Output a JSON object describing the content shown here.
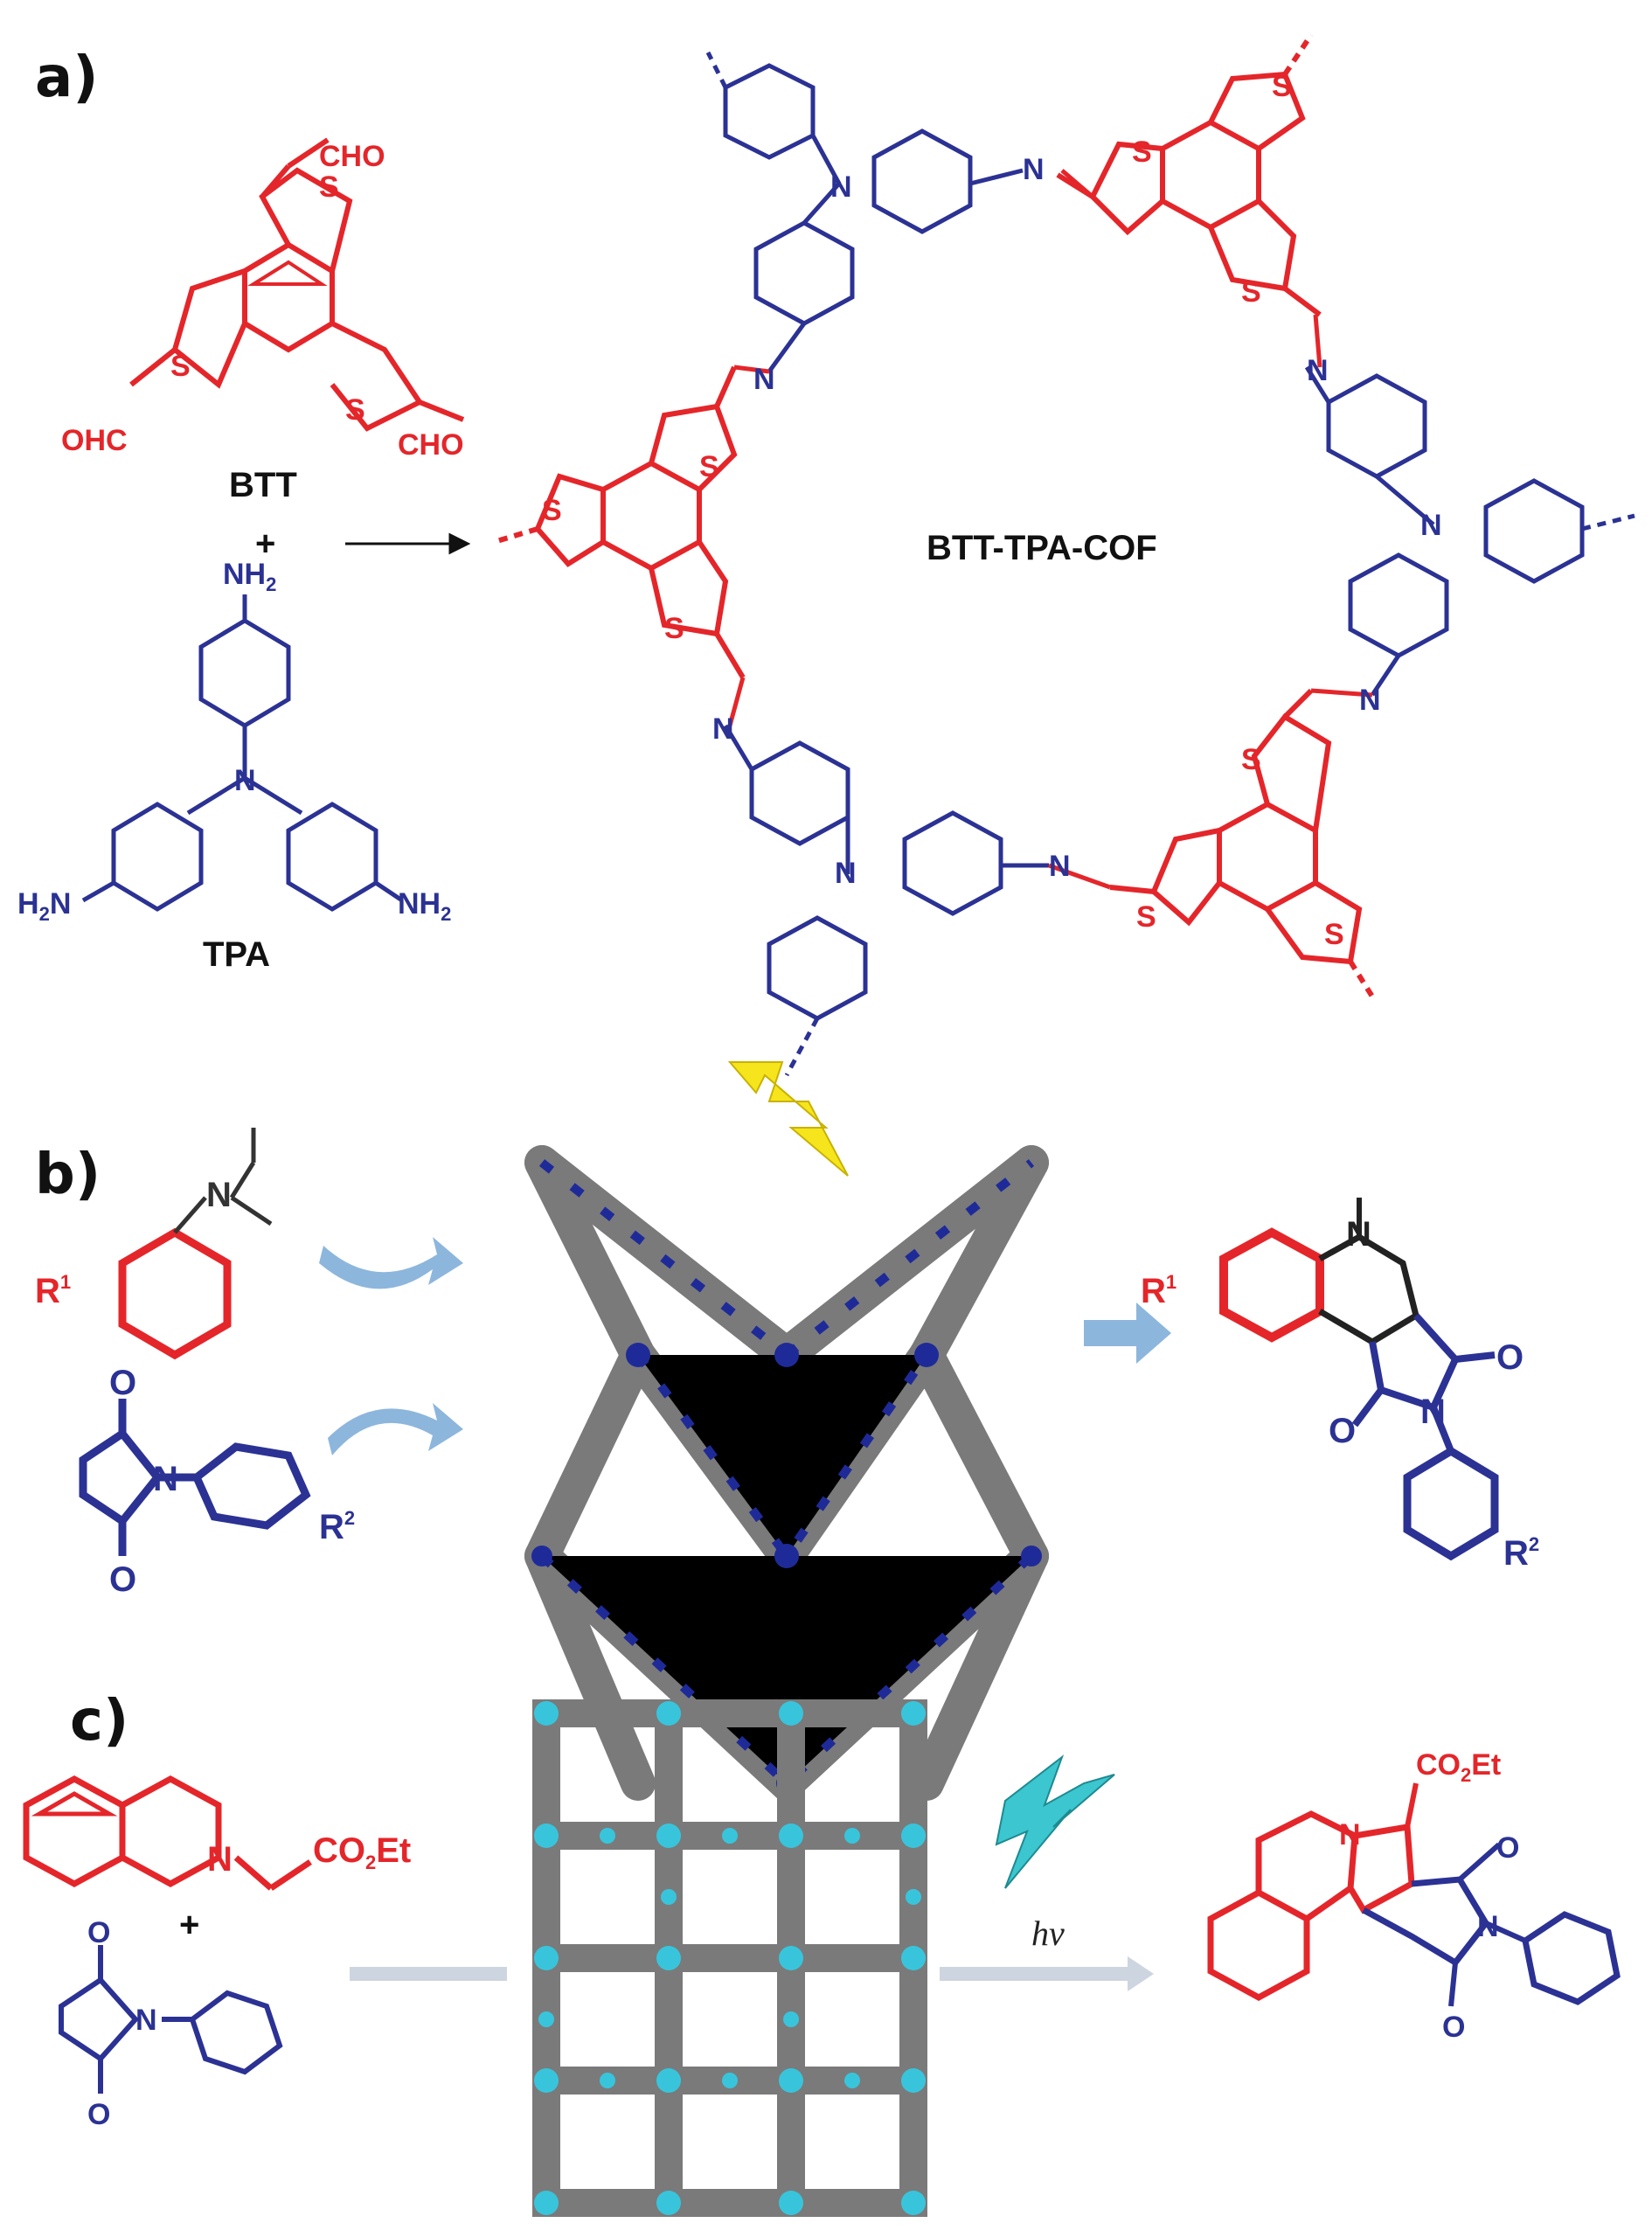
{
  "panels": {
    "a": "a)",
    "b": "b)",
    "c": "c)"
  },
  "colors": {
    "red": "#e4262a",
    "blue": "#2b3294",
    "arrow_light": "#8db6dd",
    "arrow_grey": "#cdd5e0",
    "bolt_yellow": "#f6e51d",
    "bolt_teal": "#3cc6cf",
    "frame_grey": "#7a7a7a",
    "frame_blue": "#1f2a99",
    "frame_cyan": "#38c5dc"
  },
  "panel_a": {
    "btt_name": "BTT",
    "plus": "+",
    "tpa_name": "TPA",
    "cof_name": "BTT-TPA-COF",
    "cho": "CHO",
    "ohc": "OHC",
    "nh2": "NH",
    "h2n": "H",
    "n_sub": "2",
    "s": "S",
    "n": "N"
  },
  "panel_b": {
    "r1": "R",
    "r1_sup": "1",
    "r2": "R",
    "r2_sup": "2",
    "n": "N",
    "o": "O"
  },
  "panel_c": {
    "n": "N",
    "o": "O",
    "ester": "CO",
    "ester_sub": "2",
    "ester_tail": "Et",
    "plus": "+",
    "light": "hν"
  }
}
